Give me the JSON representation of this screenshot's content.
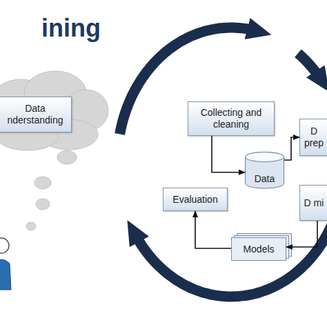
{
  "diagram": {
    "title": "ining",
    "nodes": [
      {
        "text": [
          "Data nderstanding"
        ]
      },
      {
        "text": [
          "Collecting and cleaning"
        ]
      },
      {
        "text": [
          "Data"
        ]
      },
      {
        "text": [
          "D prep"
        ]
      },
      {
        "text": [
          "D mi"
        ]
      },
      {
        "text": [
          "Evaluation"
        ]
      },
      {
        "text": [
          "Models"
        ]
      }
    ],
    "edges": [
      {
        "from": 1,
        "to": 2,
        "arrow": "to"
      },
      {
        "from": 2,
        "to": 3,
        "arrow": "to"
      },
      {
        "from": 4,
        "to": 6,
        "arrow": "to"
      },
      {
        "from": 6,
        "to": 5,
        "arrow": "to"
      }
    ]
  }
}
